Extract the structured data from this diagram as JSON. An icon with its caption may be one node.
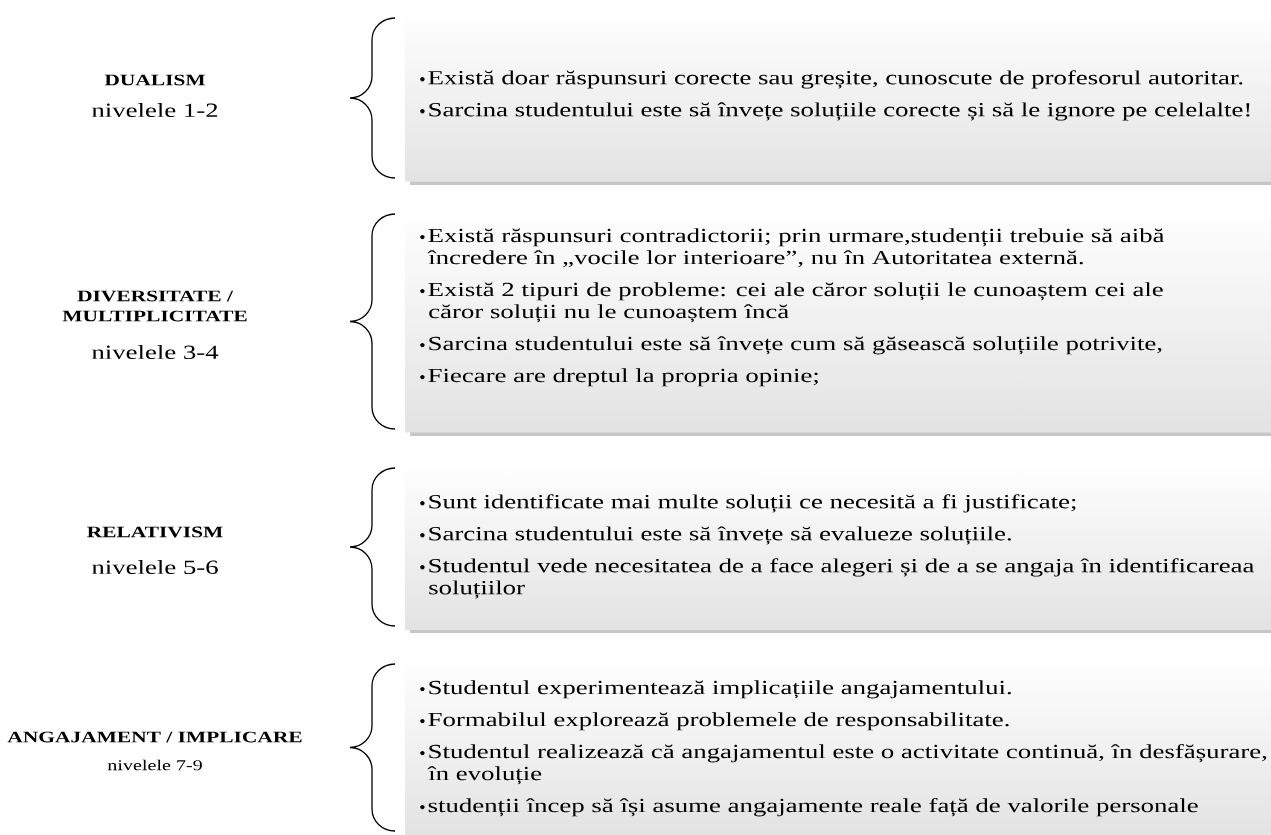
{
  "diagram": {
    "nodes": [
      {
        "text": [
          "Există doar răspunsuri corecte sau greșite, cunoscute de profesorul autoritar.",
          "Sarcina studentului este să învețe soluțiile corecte și să le ignore pe celelalte!"
        ]
      },
      {
        "text": [
          "Există răspunsuri contradictorii; prin urmare,studenții trebuie să aibă încredere în „vocile lor interioare”, nu în Autoritatea externă.",
          "Există 2 tipuri de probleme: cei ale căror soluții le cunoaștem cei ale căror soluții nu le cunoaștem încă",
          "Sarcina studentului este să învețe cum să găsească soluțiile potrivite,",
          "Fiecare are dreptul la propria opinie;"
        ]
      },
      {
        "text": [
          "Sunt identificate mai multe soluții ce necesită a fi justificate;",
          "Sarcina studentului este să învețe să evalueze soluțiile.",
          "Studentul vede necesitatea de a face alegeri și de a se angaja în identificareaa soluțiilor"
        ]
      },
      {
        "text": [
          "Studentul experimentează implicațiile angajamentului.",
          "Formabilul explorează problemele de responsabilitate.",
          "Studentul realizează că angajamentul este o activitate continuă, în desfășurare, în evoluție",
          "studenții încep să își asume angajamente reale față de valorile personale"
        ]
      }
    ],
    "labels": [
      "DUALISM",
      "nivelele 1-2",
      "DIVERSITATE / MULTIPLICITATE",
      "nivelele 3-4",
      "RELATIVISM",
      "nivelele 5-6",
      "ANGAJAMENT / IMPLICARE",
      "nivelele 7-9"
    ]
  }
}
